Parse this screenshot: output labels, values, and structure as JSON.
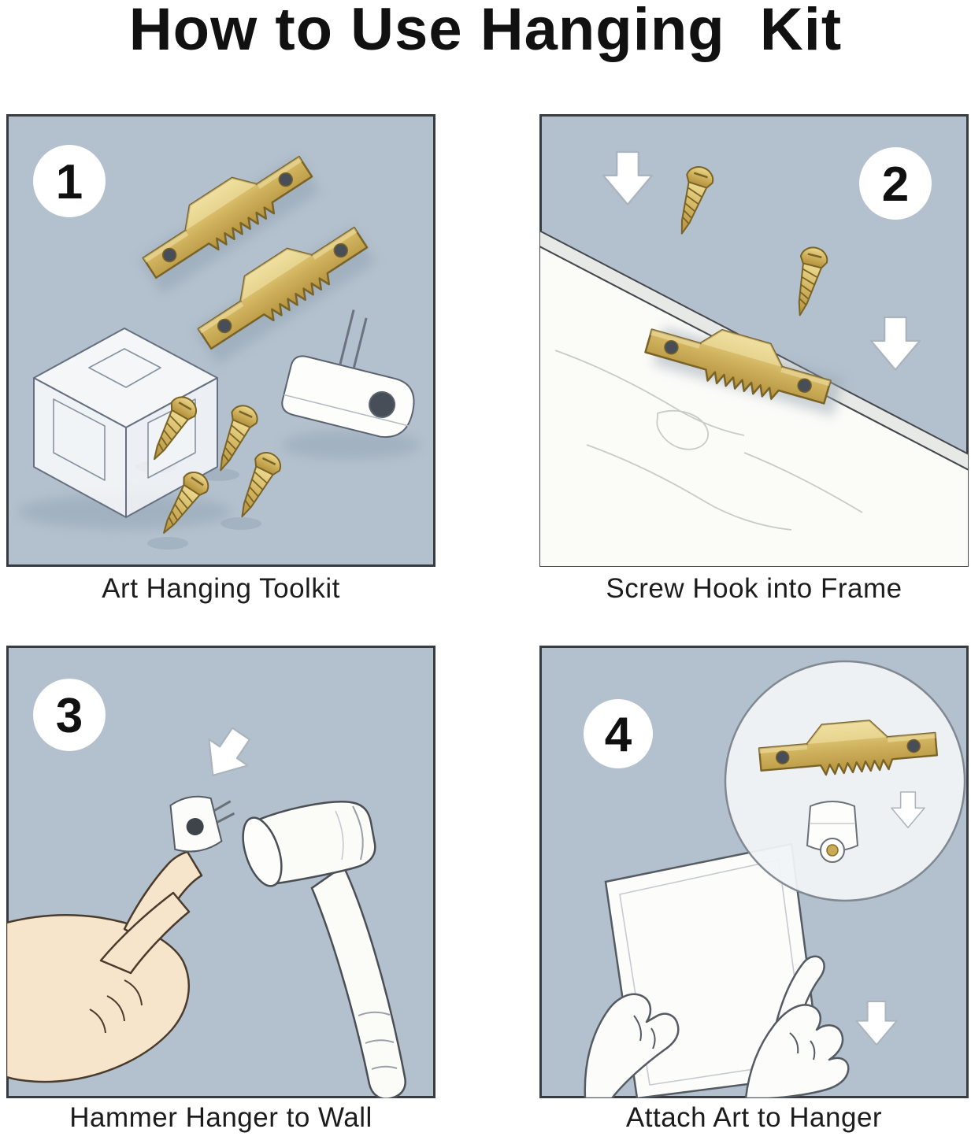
{
  "title": "How to Use Hanging  Kit",
  "steps": [
    {
      "number": "1",
      "caption": "Art Hanging Toolkit"
    },
    {
      "number": "2",
      "caption": "Screw Hook into Frame"
    },
    {
      "number": "3",
      "caption": "Hammer Hanger to Wall"
    },
    {
      "number": "4",
      "caption": "Attach Art to Hanger"
    }
  ],
  "colors": {
    "page_bg": "#ffffff",
    "panel_bg": "#b3c0cd",
    "panel_border": "#3a3f45",
    "brass": "#d3b662",
    "brass_dark": "#7a6326",
    "text": "#1c1c1c",
    "skin": "#f6e4cb",
    "white_object": "#fbfbf8"
  }
}
